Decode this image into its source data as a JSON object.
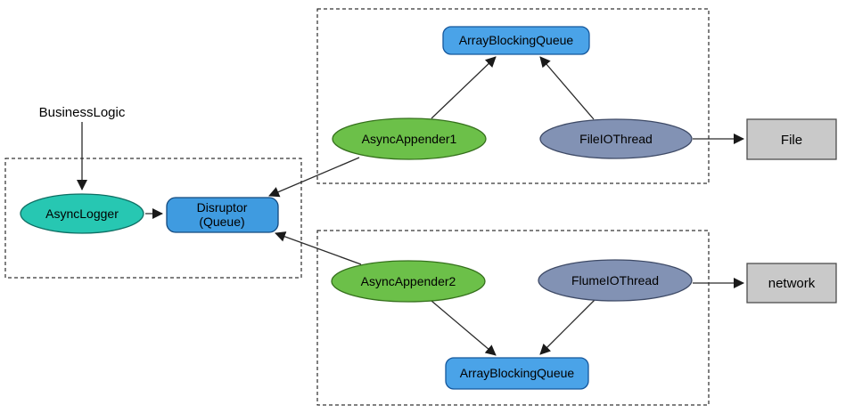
{
  "nodes": {
    "business_logic": {
      "label": "BusinessLogic"
    },
    "async_logger": {
      "label": "AsyncLogger",
      "fill": "#27C7B2",
      "stroke": "#0e6e63"
    },
    "disruptor": {
      "label_line1": "Disruptor",
      "label_line2": "(Queue)",
      "fill": "#3F9BE0",
      "stroke": "#13497e"
    },
    "array_blocking_queue_top": {
      "label": "ArrayBlockingQueue",
      "fill": "#4AA3E8",
      "stroke": "#15579c"
    },
    "async_appender_1": {
      "label": "AsyncAppender1",
      "fill": "#6CC049",
      "stroke": "#35701c"
    },
    "file_io_thread": {
      "label": "FileIOThread",
      "fill": "#8292B4",
      "stroke": "#3e4a66"
    },
    "file_sink": {
      "label": "File",
      "fill": "#C9C9C9",
      "stroke": "#4d4d4d"
    },
    "async_appender_2": {
      "label": "AsyncAppender2",
      "fill": "#6CC049",
      "stroke": "#35701c"
    },
    "flume_io_thread": {
      "label": "FlumeIOThread",
      "fill": "#8292B4",
      "stroke": "#3e4a66"
    },
    "array_blocking_queue_bottom": {
      "label": "ArrayBlockingQueue",
      "fill": "#4AA3E8",
      "stroke": "#15579c"
    },
    "network_sink": {
      "label": "network",
      "fill": "#C9C9C9",
      "stroke": "#4d4d4d"
    }
  }
}
